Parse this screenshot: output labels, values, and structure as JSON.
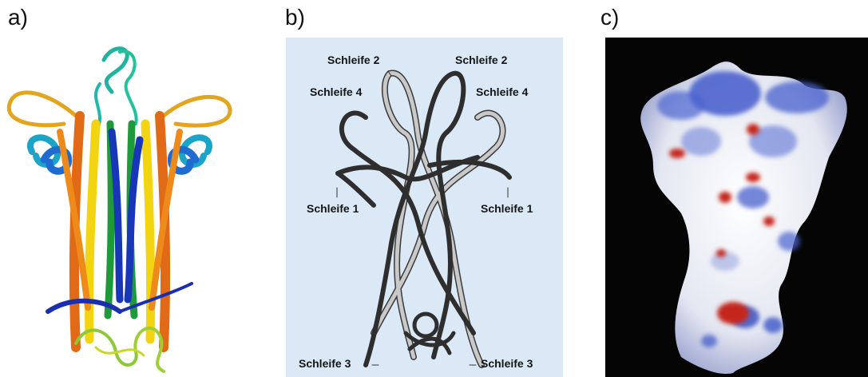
{
  "panels": {
    "a": {
      "letter": "a)"
    },
    "b": {
      "letter": "b)",
      "labels": {
        "loop2_left": "Schleife 2",
        "loop2_right": "Schleife 2",
        "loop4_left": "Schleife 4",
        "loop4_right": "Schleife 4",
        "loop1_left": "Schleife 1",
        "loop1_right": "Schleife 1",
        "loop3_left": "Schleife 3",
        "loop3_right": "Schleife 3"
      }
    },
    "c": {
      "letter": "c)"
    }
  },
  "colors": {
    "panel_b_background": "#dbe8f6",
    "panel_c_background": "#050505",
    "strand_dark": "#2e2e2e",
    "strand_light": "#bdbdbd",
    "surface_white": "#eef0f6",
    "surface_blue": "#3b55c9",
    "surface_red": "#c4281e"
  }
}
